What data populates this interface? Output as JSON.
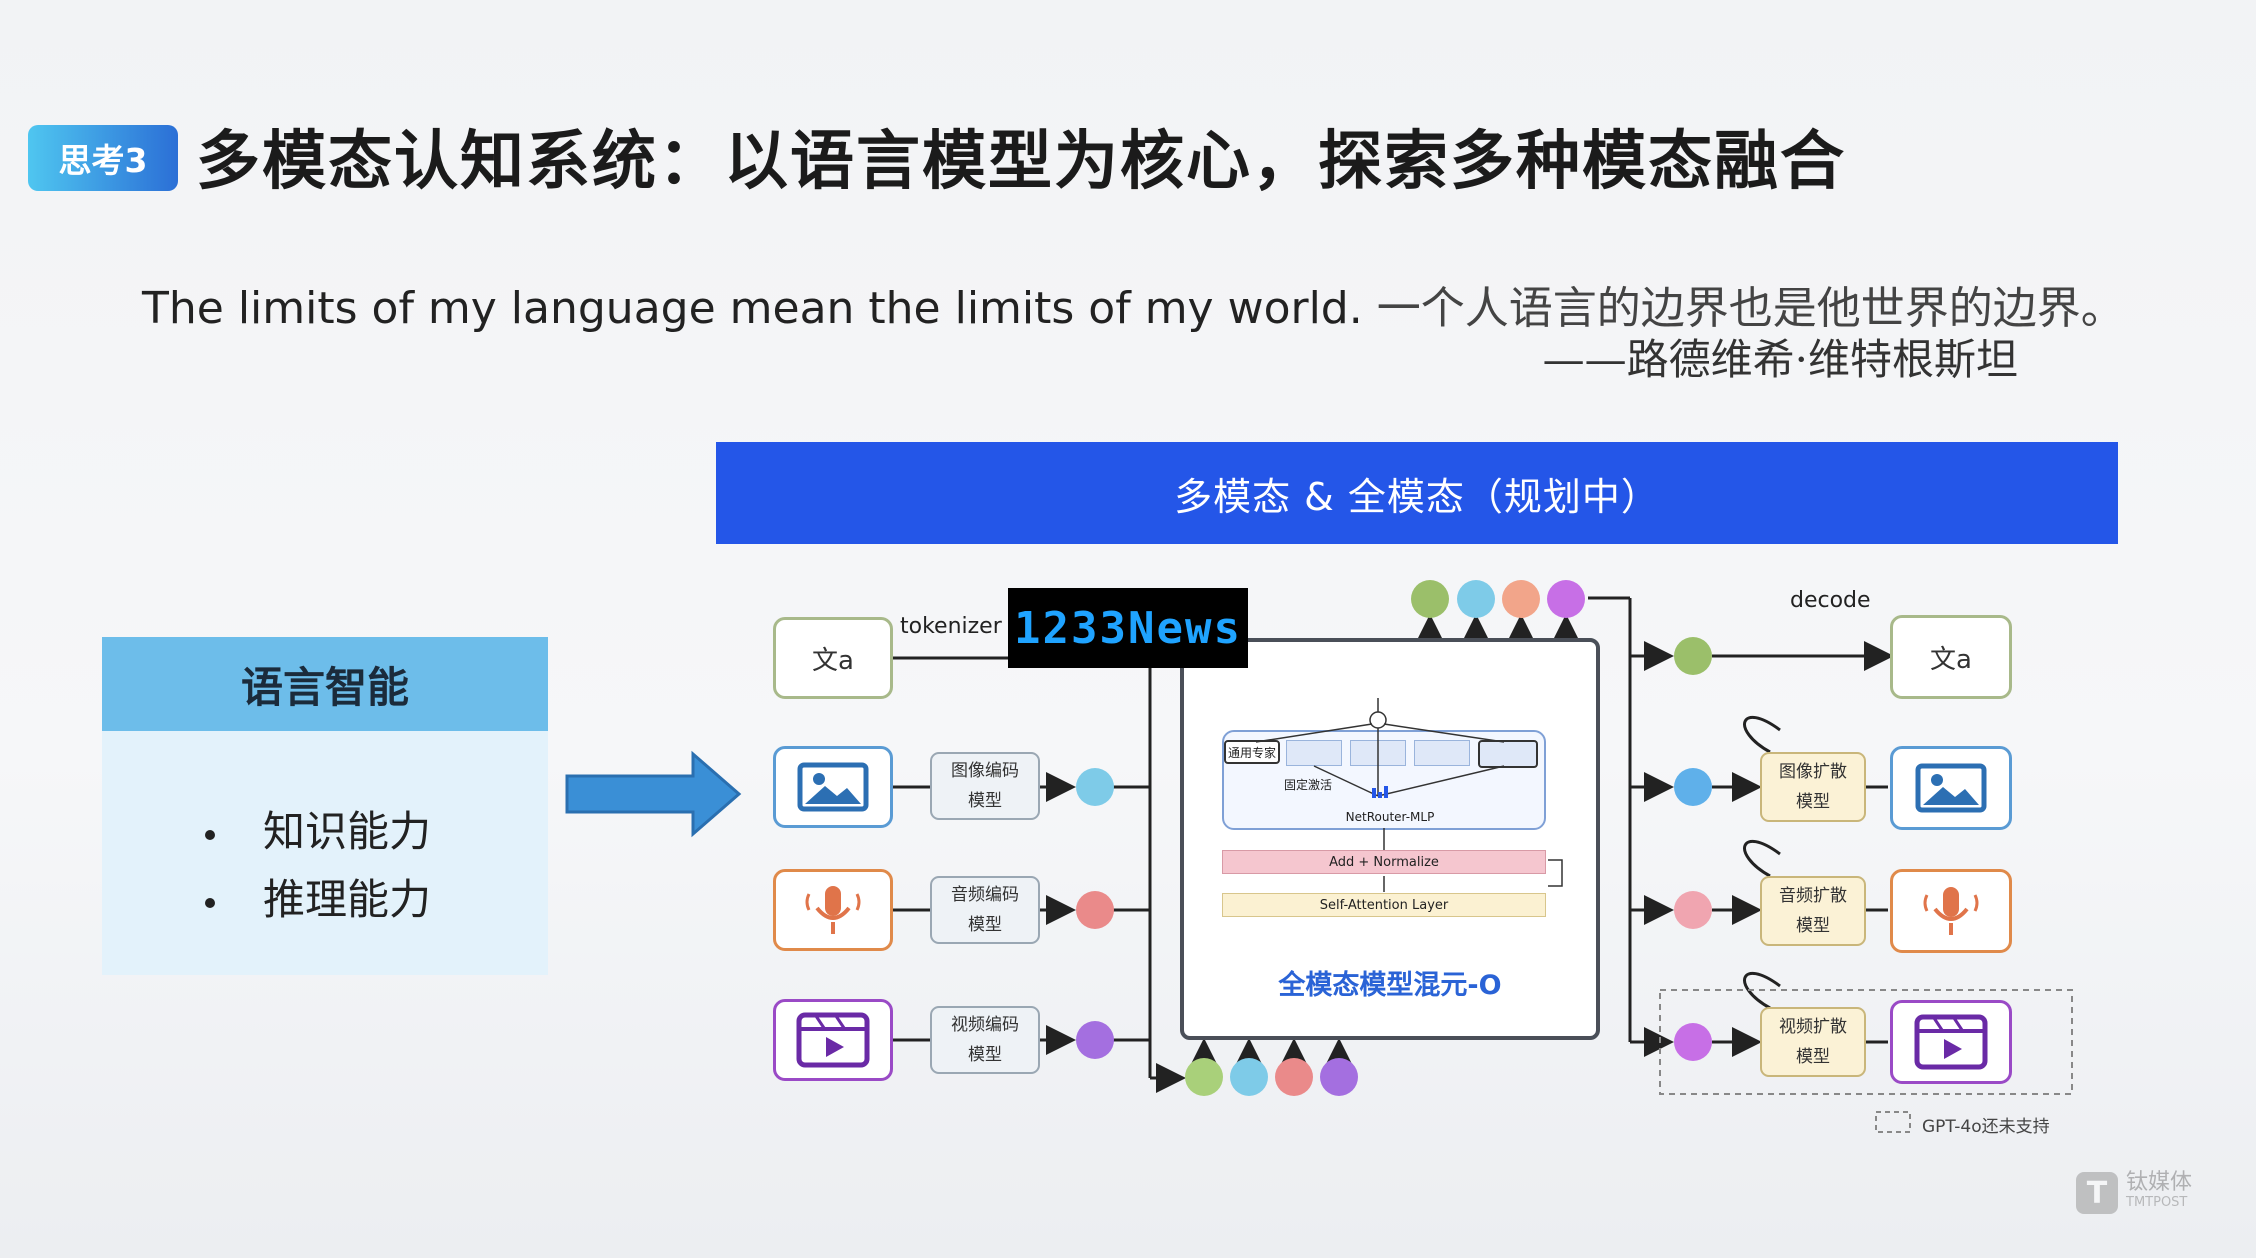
{
  "header": {
    "tag": "思考3",
    "title": "多模态认知系统：以语言模型为核心，探索多种模态融合"
  },
  "quote": {
    "text_en": "The limits of my language mean the limits of my world.",
    "text_cn": "一个人语言的边界也是他世界的边界。",
    "author": "——路德维希·维特根斯坦"
  },
  "banner": "多模态 & 全模态（规划中）",
  "language_panel": {
    "title": "语言智能",
    "items": [
      "知识能力",
      "推理能力"
    ]
  },
  "diagram": {
    "text_glyph": "文a",
    "tokenizer_label": "tokenizer",
    "decode_label": "decode",
    "encoders": [
      {
        "line1": "图像编码",
        "line2": "模型"
      },
      {
        "line1": "音频编码",
        "line2": "模型"
      },
      {
        "line1": "视频编码",
        "line2": "模型"
      }
    ],
    "diffusers": [
      {
        "line1": "图像扩散",
        "line2": "模型"
      },
      {
        "line1": "音频扩散",
        "line2": "模型"
      },
      {
        "line1": "视频扩散",
        "line2": "模型"
      }
    ],
    "core": {
      "expert_label": "通用专家",
      "activation_label": "固定激活",
      "router_label": "NetRouter-MLP",
      "norm_label": "Add + Normalize",
      "attention_label": "Self-Attention Layer",
      "name": "全模态模型混元-O"
    },
    "legend_note": "GPT-4o还未支持",
    "colors": {
      "text": "#9bbf6a",
      "image": "#7ecbe8",
      "audio": "#ea8a8a",
      "video": "#a46fe0"
    }
  },
  "watermark": "1233News",
  "logo": {
    "brand_cn": "钛媒体",
    "brand_en": "TMTPOST"
  }
}
